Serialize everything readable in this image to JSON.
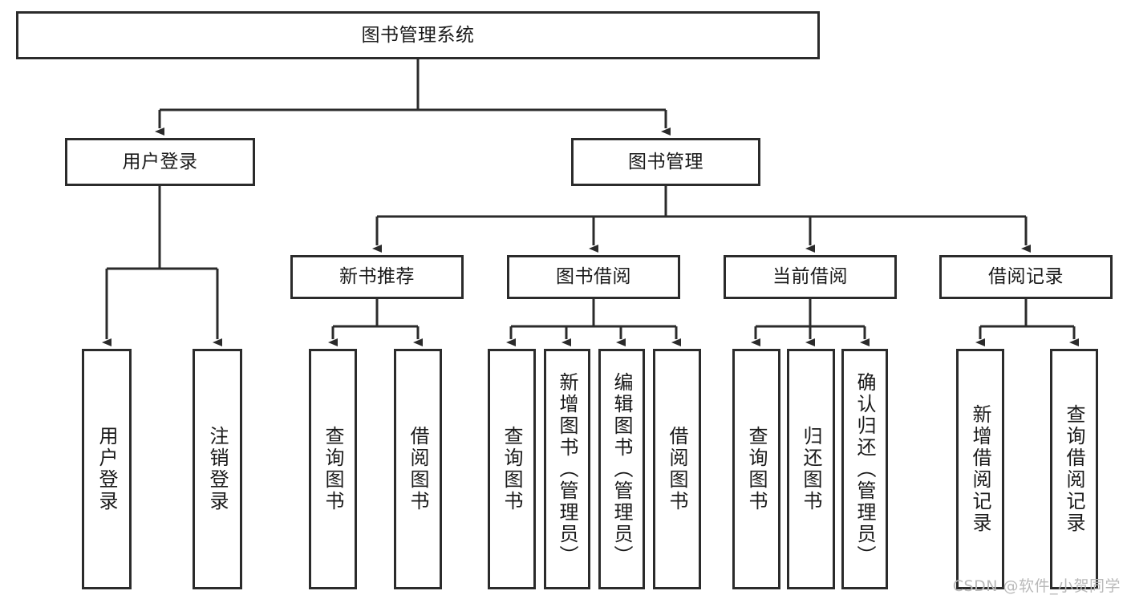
{
  "diagram": {
    "type": "tree-hierarchy",
    "title": "图书管理系统",
    "colors": {
      "stroke": "#2b2b2b",
      "fill": "#ffffff",
      "text": "#1a1a1a",
      "watermark": "#b9b9b9"
    },
    "watermark": "CSDN @软件_小贺同学",
    "levels": [
      {
        "level": 1,
        "nodes": [
          {
            "id": "root",
            "label": "图书管理系统"
          }
        ]
      },
      {
        "level": 2,
        "nodes": [
          {
            "id": "login",
            "label": "用户登录"
          },
          {
            "id": "bookmgr",
            "label": "图书管理"
          }
        ]
      },
      {
        "level": 3,
        "nodes": [
          {
            "id": "newbook",
            "label": "新书推荐"
          },
          {
            "id": "borrow",
            "label": "图书借阅"
          },
          {
            "id": "current",
            "label": "当前借阅"
          },
          {
            "id": "record",
            "label": "借阅记录"
          }
        ]
      },
      {
        "level": 4,
        "nodes": [
          {
            "id": "leaf1",
            "label": "用户登录"
          },
          {
            "id": "leaf2",
            "label": "注销登录"
          },
          {
            "id": "leaf3",
            "label": "查询图书"
          },
          {
            "id": "leaf4",
            "label": "借阅图书"
          },
          {
            "id": "leaf5",
            "label": "查询图书"
          },
          {
            "id": "leaf6",
            "label": "新增图书（管理员）"
          },
          {
            "id": "leaf7",
            "label": "编辑图书（管理员）"
          },
          {
            "id": "leaf8",
            "label": "借阅图书"
          },
          {
            "id": "leaf9",
            "label": "查询图书"
          },
          {
            "id": "leaf10",
            "label": "归还图书"
          },
          {
            "id": "leaf11",
            "label": "确认归还（管理员）"
          },
          {
            "id": "leaf12",
            "label": "新增借阅记录"
          },
          {
            "id": "leaf13",
            "label": "查询借阅记录"
          }
        ]
      }
    ],
    "edges": [
      {
        "from": "root",
        "to": "login"
      },
      {
        "from": "root",
        "to": "bookmgr"
      },
      {
        "from": "login",
        "to": "leaf1"
      },
      {
        "from": "login",
        "to": "leaf2"
      },
      {
        "from": "bookmgr",
        "to": "newbook"
      },
      {
        "from": "bookmgr",
        "to": "borrow"
      },
      {
        "from": "bookmgr",
        "to": "current"
      },
      {
        "from": "bookmgr",
        "to": "record"
      },
      {
        "from": "newbook",
        "to": "leaf3"
      },
      {
        "from": "newbook",
        "to": "leaf4"
      },
      {
        "from": "borrow",
        "to": "leaf5"
      },
      {
        "from": "borrow",
        "to": "leaf6"
      },
      {
        "from": "borrow",
        "to": "leaf7"
      },
      {
        "from": "borrow",
        "to": "leaf8"
      },
      {
        "from": "current",
        "to": "leaf9"
      },
      {
        "from": "current",
        "to": "leaf10"
      },
      {
        "from": "current",
        "to": "leaf11"
      },
      {
        "from": "record",
        "to": "leaf12"
      },
      {
        "from": "record",
        "to": "leaf13"
      }
    ]
  }
}
